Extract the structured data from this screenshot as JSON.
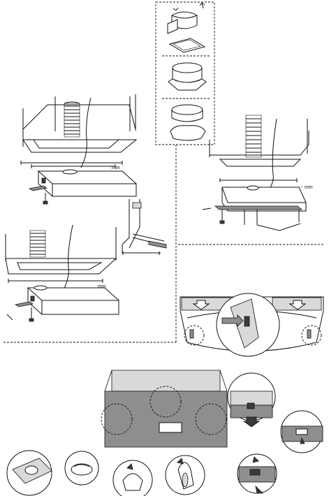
{
  "dimensions": {
    "top_hood_dim": "mm",
    "right_hood_dim": "~ mm",
    "lower_hood_dim": "mm"
  },
  "icons": {
    "filter_collar": "filter-collar-icon",
    "grease_filter": "grease-filter-icon",
    "carbon_filter": "carbon-filter-icon"
  }
}
